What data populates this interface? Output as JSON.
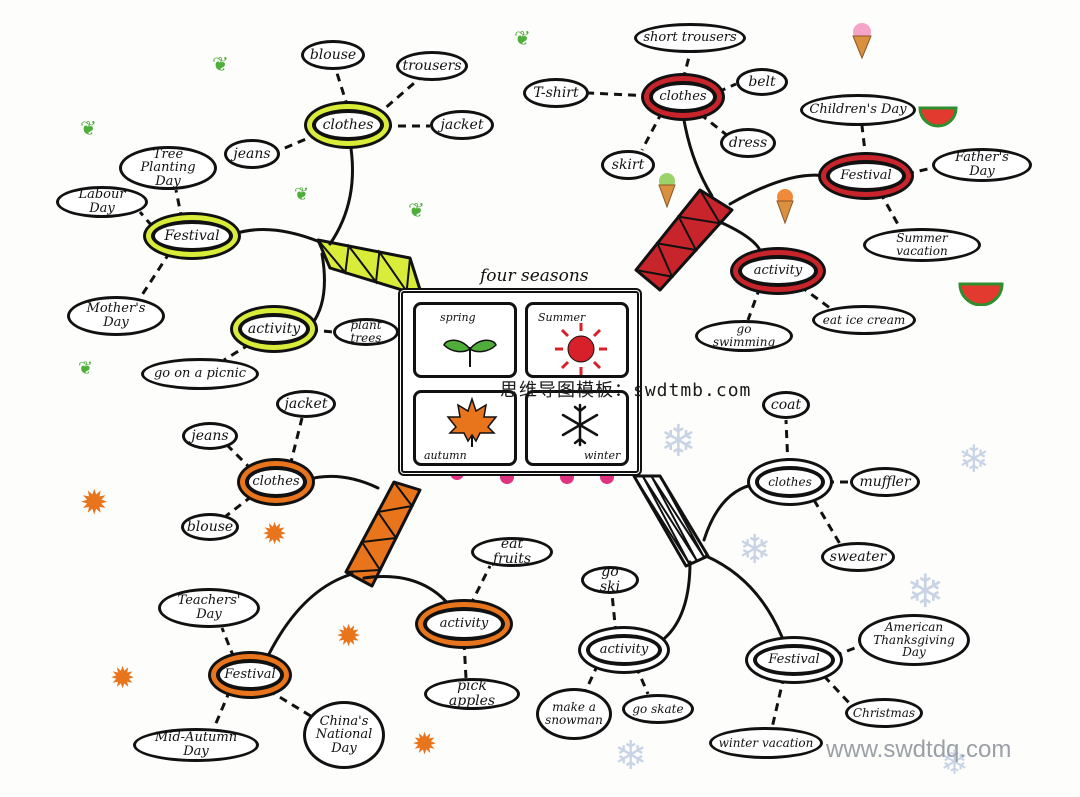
{
  "center": {
    "title": "four seasons",
    "quadrants": [
      {
        "key": "spring",
        "label": "spring",
        "icon": "sprout-icon",
        "color": "#3a9a2e"
      },
      {
        "key": "summer",
        "label": "Summer",
        "icon": "sun-icon",
        "color": "#d8202a"
      },
      {
        "key": "autumn",
        "label": "autumn",
        "icon": "maple-leaf-icon",
        "color": "#e8741c"
      },
      {
        "key": "winter",
        "label": "winter",
        "icon": "snowflake-icon",
        "color": "#111111"
      }
    ]
  },
  "season_colors": {
    "spring": "#d9ec3a",
    "summer": "#c8242b",
    "autumn": "#e8741c",
    "winter": "#ffffff"
  },
  "nodes": {
    "spring_clothes": "clothes",
    "spring_blouse": "blouse",
    "spring_trousers": "trousers",
    "spring_jacket": "jacket",
    "spring_jeans": "jeans",
    "spring_festival": "Festival",
    "spring_tree_planting": "Tree Planting\nDay",
    "spring_labour_day": "Labour Day",
    "spring_mothers_day": "Mother's Day",
    "spring_activity": "activity",
    "spring_plant_trees": "plant trees",
    "spring_picnic": "go on a picnic",
    "summer_clothes": "clothes",
    "summer_short_trousers": "short trousers",
    "summer_tshirt": "T-shirt",
    "summer_belt": "belt",
    "summer_skirt": "skirt",
    "summer_dress": "dress",
    "summer_festival": "Festival",
    "summer_childrens_day": "Children's Day",
    "summer_fathers_day": "Father's Day",
    "summer_vacation": "Summer vacation",
    "summer_activity": "activity",
    "summer_swimming": "go swimming",
    "summer_ice_cream": "eat ice cream",
    "autumn_clothes": "clothes",
    "autumn_jacket": "jacket",
    "autumn_jeans": "jeans",
    "autumn_blouse": "blouse",
    "autumn_festival": "Festival",
    "autumn_teachers_day": "Teachers' Day",
    "autumn_mid_autumn": "Mid-Autumn Day",
    "autumn_national_day": "China's\nNational\nDay",
    "autumn_activity": "activity",
    "autumn_eat_fruits": "eat fruits",
    "autumn_pick_apples": "pick apples",
    "winter_clothes": "clothes",
    "winter_coat": "coat",
    "winter_muffler": "muffler",
    "winter_sweater": "sweater",
    "winter_activity": "activity",
    "winter_go_ski": "go ski",
    "winter_snowman": "make a\nsnowman",
    "winter_go_skate": "go skate",
    "winter_festival": "Festival",
    "winter_thanksgiving": "American\nThanksgiving Day",
    "winter_christmas": "Christmas",
    "winter_vacation": "winter vacation"
  },
  "watermarks": {
    "middle": "思维导图模板：swdtmb.com",
    "corner": "www.swdtdq.com"
  },
  "decorations": {
    "spring": "sprout-icon",
    "summer": [
      "ice-cream-icon",
      "watermelon-icon"
    ],
    "autumn": "maple-leaf-icon",
    "winter": "snowflake-icon"
  }
}
